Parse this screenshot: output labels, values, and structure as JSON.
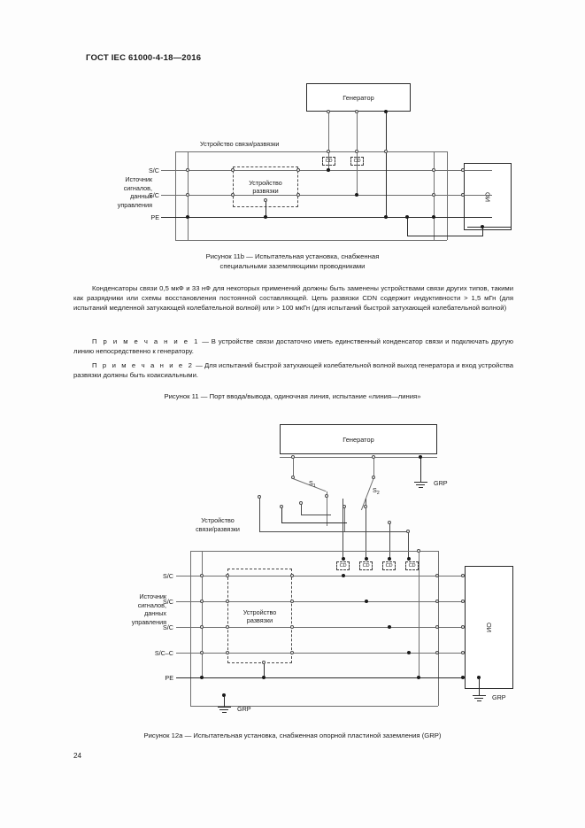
{
  "document": {
    "header": "ГОСТ IEC 61000-4-18—2016",
    "page_number": "24"
  },
  "figure_11b": {
    "generator_label": "Генератор",
    "cdn_title": "Устройство связи/развязки",
    "decoupling_label": "Устройство\nразвязки",
    "decoupling_line1": "Устройство",
    "decoupling_line2": "развязки",
    "eut_label": "ИО",
    "source_line1": "Источник",
    "source_line2": "сигналов,",
    "source_line3": "данных",
    "source_line4": "управления",
    "port_labels": [
      "S/C",
      "S/C",
      "PE"
    ],
    "cd_labels": [
      "CD",
      "CD"
    ],
    "caption_line1": "Рисунок 11b — Испытательная установка, снабженная",
    "caption_line2": "специальными заземляющими проводниками"
  },
  "body": {
    "paragraph_1": "Конденсаторы связи 0,5 мкФ и 33 нФ для некоторых применений должны быть заменены устройствами связи других типов, такими как разрядники или схемы восстановления постоянной составляющей. Цепь развязки CDN содержит индуктивности > 1,5 мГн (для испытаний медленной затухающей колебательной волной) или > 100 мкГн (для испытаний быстрой затухающей колебательной волной)",
    "note_1_label": "П р и м е ч а н и е  1",
    "note_1_text": " — В устройстве связи достаточно иметь единственный конденсатор связи и подключать другую линию непосредственно к генератору.",
    "note_2_label": "П р и м е ч а н и е  2",
    "note_2_text": " — Для испытаний быстрой затухающей колебательной волной выход генератора и вход устройства развязки должны быть коаксиальными.",
    "figure_11_caption": "Рисунок 11 — Порт ввода/вывода, одиночная линия, испытание «линия—линия»"
  },
  "figure_12a": {
    "generator_label": "Генератор",
    "cdn_title_line1": "Устройство",
    "cdn_title_line2": "связи/развязки",
    "decoupling_line1": "Устройство",
    "decoupling_line2": "развязки",
    "eut_label": "ИО",
    "source_line1": "Источник",
    "source_line2": "сигналов,",
    "source_line3": "данных",
    "source_line4": "управления",
    "port_labels": [
      "S/C",
      "S/C",
      "S/C",
      "S/C–C",
      "PE"
    ],
    "cd_labels": [
      "CD",
      "CD",
      "CD",
      "CD"
    ],
    "switch_1": "S",
    "switch_1_sub": "1",
    "switch_2": "S",
    "switch_2_sub": "2",
    "grp_generator": "GRP",
    "grp_eut": "GRP",
    "grp_bottom": "GRP",
    "caption": "Рисунок 12а — Испытательная установка, снабженная опорной пластиной заземления (GRP)"
  }
}
